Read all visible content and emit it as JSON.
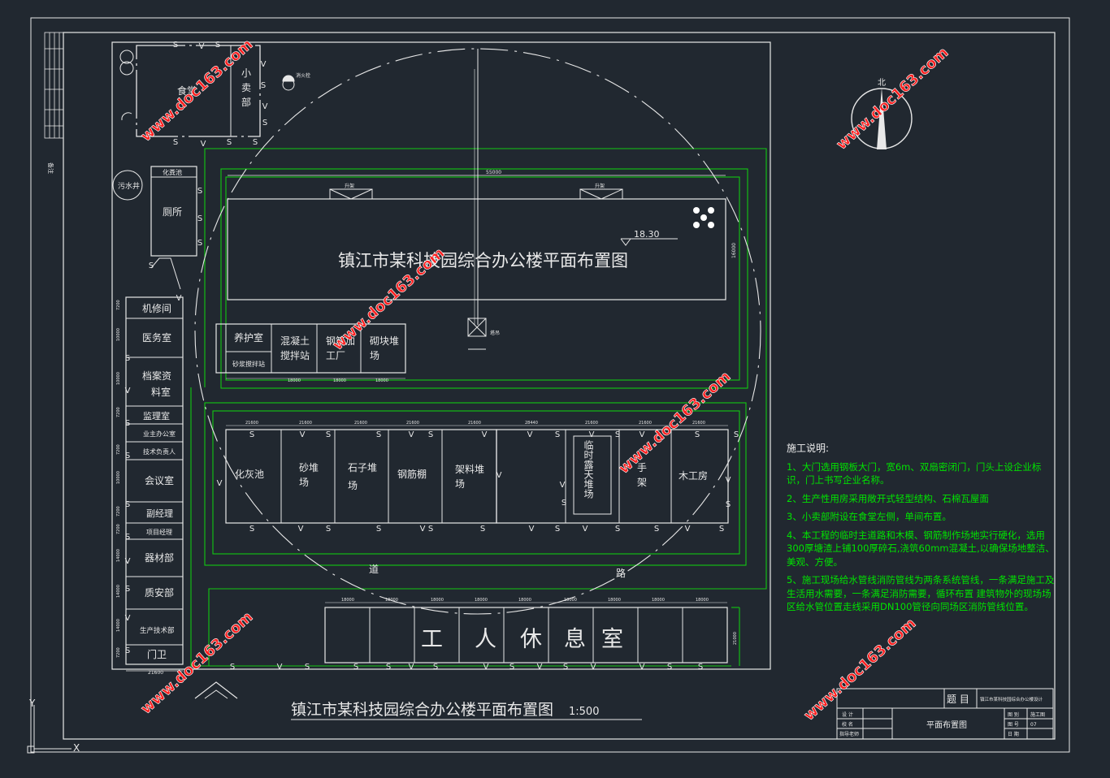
{
  "title_main": "镇江市某科技园综合办公楼平面布置图",
  "title_bottom": "镇江市某科技园综合办公楼平面布置图",
  "scale": "1:500",
  "elevation": "18.30",
  "colors": {
    "background": "#212830",
    "border": "#e8e8e8",
    "green": "#12c912",
    "watermark": "#ff2020",
    "note_text": "#00e400"
  },
  "watermark": "www.doc163.com",
  "compass": {
    "north_label": "北"
  },
  "top_rooms": {
    "canteen": "食堂",
    "shop": [
      "小",
      "卖",
      "部"
    ],
    "hydrant": "消火栓"
  },
  "left_rooms": {
    "septic": "化粪池",
    "toilet": "厕所",
    "well": "污水井",
    "stack": [
      "机修间",
      "医务室",
      "档案资",
      "料室",
      "监理室",
      "业主办公室",
      "技术负责人",
      "会议室",
      "副经理",
      "项目经理",
      "器材部",
      "质安部",
      "生产技术部",
      "门卫"
    ]
  },
  "top_building": {
    "lift_a": "升架",
    "lift_b": "升架",
    "dim_len": "55000",
    "dim_side": "16000"
  },
  "tower_crane": "塔吊",
  "mid_rooms": {
    "cells": [
      "养护室",
      "混凝土",
      "搅拌站",
      "钢筋加",
      "工厂",
      "砌块堆",
      "场"
    ],
    "small": "砂浆搅拌站",
    "dims": [
      "18000",
      "18000",
      "18000"
    ]
  },
  "work_rooms": {
    "cells": [
      "化灰池",
      "砂堆",
      "场",
      "石子堆",
      "场",
      "钢筋棚",
      "架料堆",
      "场",
      "手",
      "架",
      "木工房"
    ],
    "open_storage": "临时露天堆场",
    "dims": [
      "21600",
      "21600",
      "21600",
      "21600",
      "21600",
      "28440",
      "21600",
      "21600",
      "21600"
    ]
  },
  "road_labels": [
    "道",
    "路"
  ],
  "workers_rest": {
    "chars": [
      "工",
      "人",
      "休",
      "息",
      "室"
    ],
    "dims": [
      "18000",
      "18000",
      "18000",
      "18000",
      "18000",
      "18000",
      "18000",
      "18000",
      "18000"
    ],
    "dim_side": "21000"
  },
  "left_dims": [
    "7200",
    "10000",
    "10000",
    "7200",
    "7200",
    "10000",
    "7200",
    "7200",
    "14000",
    "14000",
    "14000",
    "7200",
    "21600"
  ],
  "notes": {
    "title": "施工说明:",
    "items": [
      "1、大门选用钢板大门，宽6m、双扇密闭门，门头上设企业标识，门上书写企业名称。",
      "2、生产性用房采用敞开式轻型结构、石棉瓦屋面",
      "3、小卖部附设在食堂左侧，单间布置。",
      "4、本工程的临时主道路和木模、钢筋制作场地实行硬化，选用 300厚塘渣上铺100厚碎石,浇筑60mm混凝土,以确保场地整洁、美观、方便。",
      "5、施工现场给水管线消防管线为两条系统管线，一条满足施工及生活用水需要，一条满足消防需要，循环布置 建筑物外的现场场区给水管位置走线采用DN100管径向同场区消防管线位置。"
    ]
  },
  "title_block": {
    "topic_label": "题 目",
    "topic_value": "镇江市某科技园综合办公楼设计",
    "drawing_name": "平面布置图",
    "left_rows": [
      "设 计",
      "校 名",
      "指导老师"
    ],
    "right_rows": [
      "图 别",
      "图 号",
      "日 期"
    ],
    "right_values": [
      "施工图",
      "07",
      ""
    ]
  },
  "axis_y": "Y",
  "axis_x": "X",
  "margin_text": "备注"
}
